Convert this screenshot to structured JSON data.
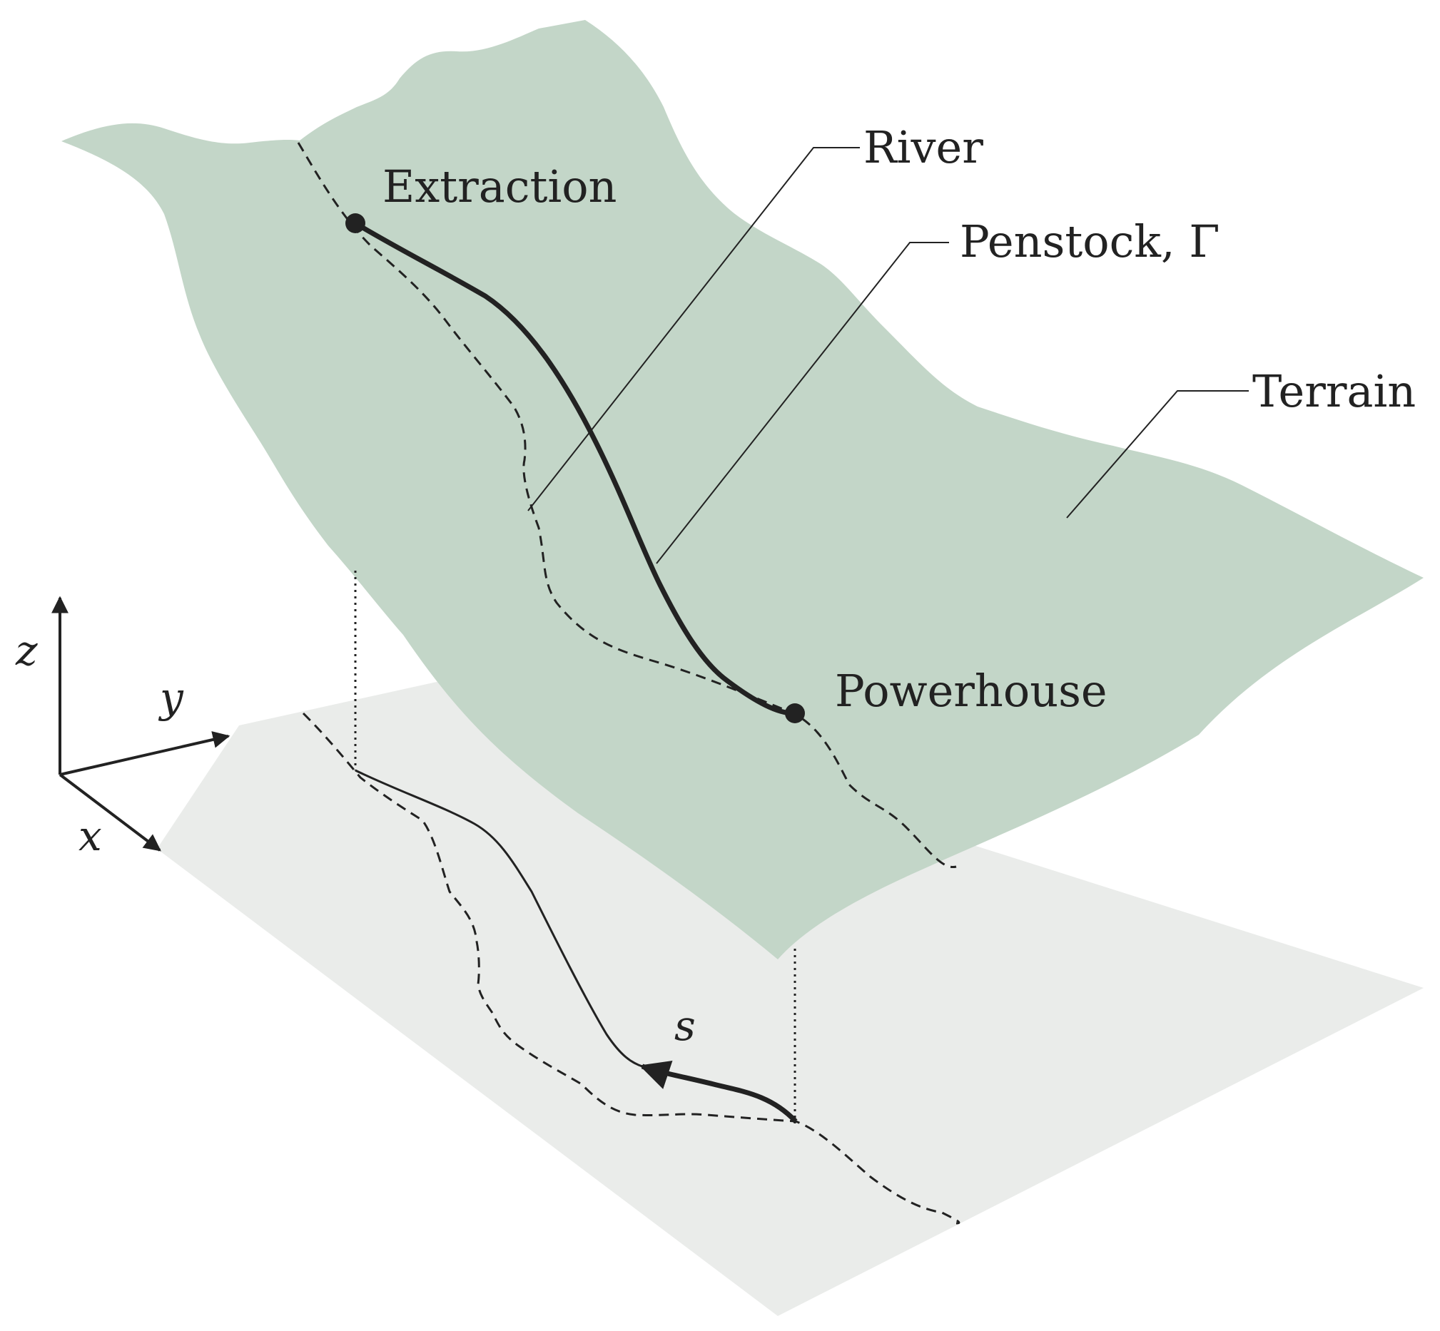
{
  "labels": {
    "extraction": "Extraction",
    "powerhouse": "Powerhouse",
    "river": "River",
    "penstock": "Penstock, Γ",
    "terrain": "Terrain"
  },
  "axes": {
    "z": "z",
    "y": "y",
    "x": "x"
  },
  "path_param": "s",
  "colors": {
    "terrain": "#c3d6c8",
    "ground_plane": "#eaecea",
    "ink": "#222222"
  }
}
